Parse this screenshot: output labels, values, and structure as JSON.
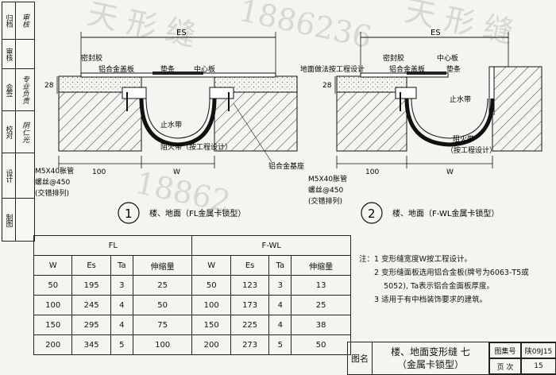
{
  "sidebar": [
    {
      "label": "归档",
      "sig": "审核"
    },
    {
      "label": "审核",
      "sig": ""
    },
    {
      "label": "会签",
      "sig": "专业负责"
    },
    {
      "label": "校对",
      "sig": "阴仁光"
    },
    {
      "label": "设计",
      "sig": ""
    },
    {
      "label": "制图",
      "sig": ""
    }
  ],
  "diagram1": {
    "dim_es": "ES",
    "dim_28": "28",
    "dim_100": "100",
    "dim_w": "W",
    "labels": {
      "sealant": "密封胶",
      "cover_plate": "铝合金盖板",
      "pad": "垫条",
      "center_plate": "中心板",
      "water_stop": "止水带",
      "fire_stop": "阻火带（按工程设计）",
      "base": "铝合金基座",
      "bolt": "M5X40胀管",
      "bolt2": "螺丝@450",
      "bolt3": "(交错排列)"
    },
    "number": "1",
    "caption": "楼、地面（FL金属卡锁型）"
  },
  "diagram2": {
    "dim_es": "ES",
    "dim_28": "28",
    "dim_100": "100",
    "dim_w": "W",
    "labels": {
      "floor_note": "地面做法按工程设计",
      "sealant": "密封胶",
      "cover_plate": "铝合金盖板",
      "center_plate": "中心板",
      "pad": "垫条",
      "water_stop": "止水带",
      "fire_stop": "阻火带",
      "fire_stop2": "（按工程设计）",
      "bolt": "M5X40胀管",
      "bolt2": "螺丝@450",
      "bolt3": "(交错排列)"
    },
    "number": "2",
    "caption": "楼、地面（F-WL金属卡锁型）"
  },
  "table": {
    "group1": "FL",
    "group2": "F-WL",
    "headers": [
      "W",
      "Es",
      "Ta",
      "伸缩量",
      "W",
      "Es",
      "Ta",
      "伸缩量"
    ],
    "rows": [
      [
        "50",
        "195",
        "3",
        "25",
        "50",
        "123",
        "3",
        "13"
      ],
      [
        "100",
        "245",
        "4",
        "50",
        "100",
        "173",
        "4",
        "25"
      ],
      [
        "150",
        "295",
        "4",
        "75",
        "150",
        "225",
        "4",
        "38"
      ],
      [
        "200",
        "345",
        "5",
        "100",
        "200",
        "273",
        "5",
        "50"
      ]
    ]
  },
  "notes": {
    "prefix": "注：",
    "items": [
      "1  变形缝宽度W按工程设计。",
      "2  变形缝面板选用铝合金板(牌号为6063-T5或",
      "    5052), Ta表示铝合金面板厚度。",
      "3  适用于有中档装饰要求的建筑。"
    ]
  },
  "title_block": {
    "name_label": "图名",
    "title_line1": "楼、地面变形缝  七",
    "title_line2": "（金属卡锁型）",
    "atlas_label": "图集号",
    "atlas_value": "陕09J15",
    "page_label": "页  次",
    "page_value": "15"
  },
  "watermarks": [
    "天  形  缝",
    "1886236",
    "天  形  缝",
    "18862"
  ]
}
